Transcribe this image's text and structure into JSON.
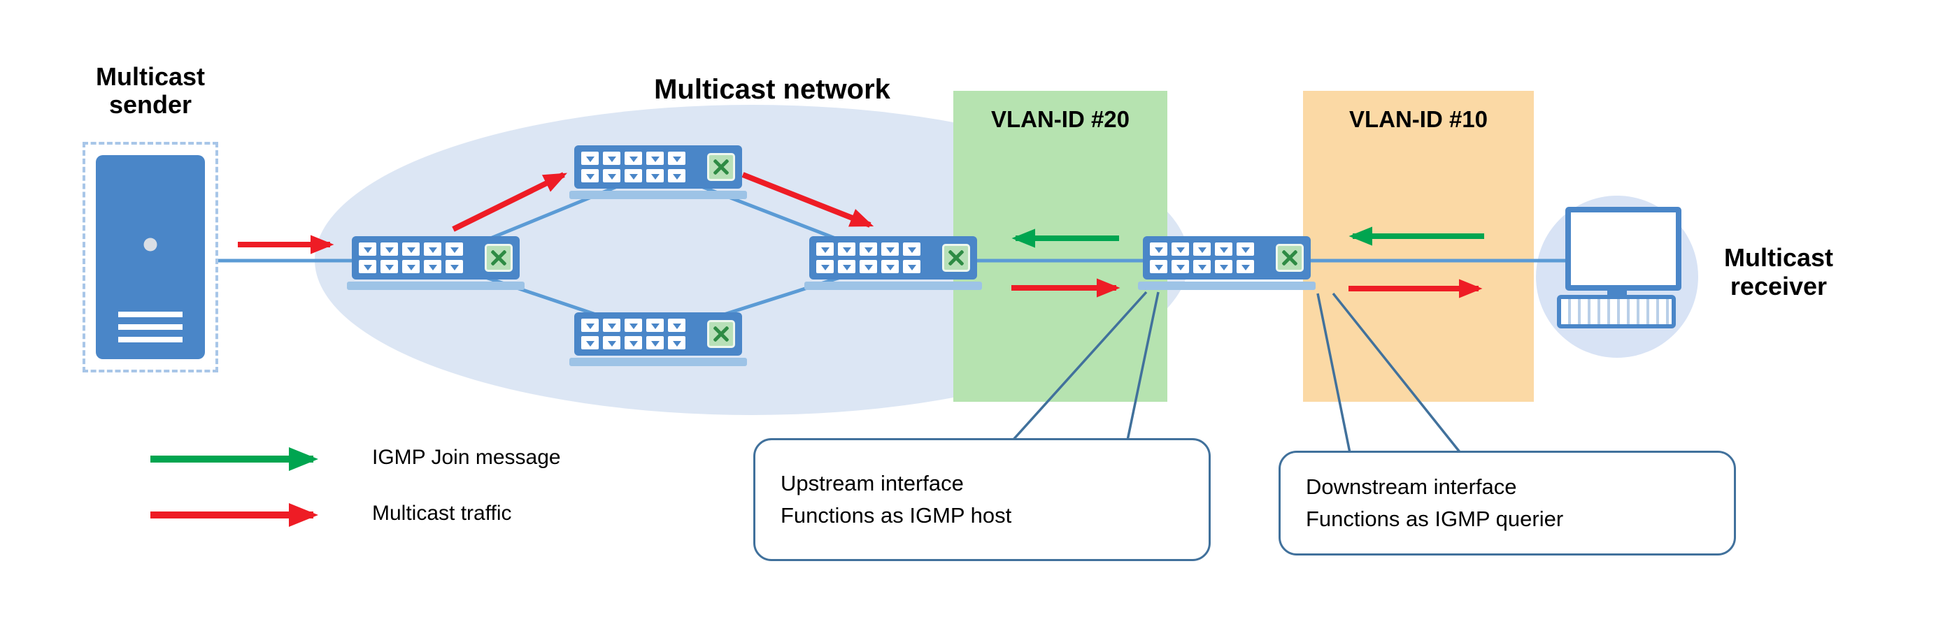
{
  "sender": {
    "label": "Multicast sender",
    "icon": "server-icon"
  },
  "network": {
    "label": "Multicast network"
  },
  "vlan20": {
    "label": "VLAN-ID #20",
    "bg": "#b6e3b0"
  },
  "vlan10": {
    "label": "VLAN-ID #10",
    "bg": "#fbd9a5"
  },
  "receiver": {
    "label": "Multicast receiver",
    "icon": "desktop-computer-icon"
  },
  "legend": {
    "items": [
      {
        "label": "IGMP Join message",
        "color": "#00a550",
        "icon": "green-arrow-icon"
      },
      {
        "label": "Multicast traffic",
        "color": "#ee1c25",
        "icon": "red-arrow-icon"
      }
    ]
  },
  "callouts": {
    "upstream": {
      "line1": "Upstream interface",
      "line2": "Functions as IGMP host"
    },
    "downstream": {
      "line1": "Downstream interface",
      "line2": "Functions as IGMP querier"
    }
  },
  "colors": {
    "cloud": "#dce6f4",
    "device_blue": "#4a86c8",
    "device_base_blue": "#9dc3e6",
    "link_blue": "#5b9bd5",
    "green_arrow": "#00a550",
    "red_arrow": "#ee1c25",
    "callout_border": "#41719c",
    "receiver_circle": "#d8e3f5"
  }
}
